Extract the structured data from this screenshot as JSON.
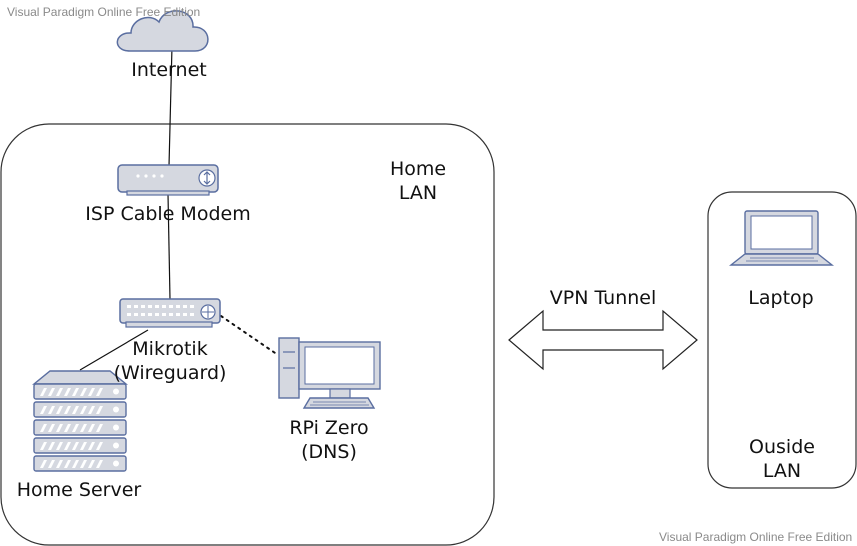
{
  "watermark": {
    "top": "Visual Paradigm Online Free Edition",
    "bottom": "Visual Paradigm Online Free Edition"
  },
  "nodes": {
    "internet": "Internet",
    "home_lan": [
      "Home",
      "LAN"
    ],
    "isp_modem": "ISP Cable Modem",
    "mikrotik": [
      "Mikrotik",
      "(Wireguard)"
    ],
    "rpi": [
      "RPi Zero",
      "(DNS)"
    ],
    "home_server": "Home Server",
    "vpn_tunnel": "VPN Tunnel",
    "laptop": "Laptop",
    "outside_lan": [
      "Ouside",
      "LAN"
    ]
  },
  "icons": [
    "cloud-icon",
    "modem-icon",
    "router-switch-icon",
    "server-rack-icon",
    "desktop-computer-icon",
    "laptop-icon",
    "double-arrow-icon"
  ],
  "colors": {
    "icon_fill": "#d5d8e0",
    "icon_stroke": "#5a6ea0",
    "container_stroke": "#333333",
    "connector": "#111111"
  }
}
